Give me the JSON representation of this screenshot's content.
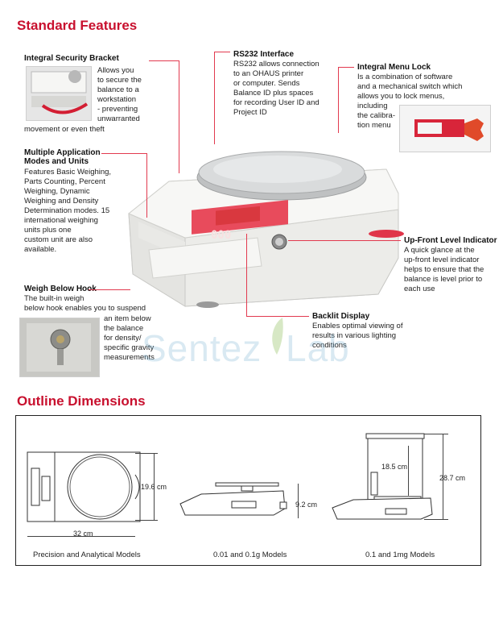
{
  "headings": {
    "standard_features": "Standard Features",
    "outline_dimensions": "Outline Dimensions"
  },
  "features": {
    "security": {
      "title": "Integral Security Bracket",
      "lines": [
        "Allows you",
        "to secure the",
        "balance to a",
        "workstation",
        "- preventing",
        "unwarranted",
        "movement or even theft"
      ]
    },
    "rs232": {
      "title": "RS232 Interface",
      "lines": [
        "RS232 allows connection",
        "to an OHAUS printer",
        "or computer. Sends",
        "Balance ID plus spaces",
        "for recording User ID and",
        "Project ID"
      ]
    },
    "menu_lock": {
      "title": "Integral Menu Lock",
      "lines": [
        "Is a combination of software",
        "and a mechanical switch which",
        "allows you to lock menus,",
        "including",
        "the calibra-",
        "tion menu"
      ]
    },
    "applications": {
      "title_lines": [
        "Multiple Application",
        "Modes and Units"
      ],
      "lines": [
        "Features Basic Weighing,",
        "Parts Counting, Percent",
        "Weighing, Dynamic",
        "Weighing and Density",
        "Determination modes. 15",
        "international weighing",
        "units plus one",
        "custom unit are also",
        "available."
      ]
    },
    "level": {
      "title": "Up-Front Level Indicator",
      "lines": [
        "A quick glance at the",
        "up-front level indicator",
        "helps to ensure that the",
        "balance is level prior to",
        "each use"
      ]
    },
    "hook": {
      "title": "Weigh Below Hook",
      "lines": [
        "The built-in weigh",
        "below hook enables you to suspend",
        "an item below",
        "the balance",
        "for density/",
        "specific gravity",
        "measurements"
      ]
    },
    "backlit": {
      "title": "Backlit Display",
      "lines": [
        "Enables optimal viewing of",
        "results in various lighting",
        "conditions"
      ]
    }
  },
  "display": {
    "readout": "000",
    "unit": "g"
  },
  "watermark": {
    "left": "Sentez",
    "right": "Lab"
  },
  "dimensions": {
    "width": "32 cm",
    "depth": "19.6 cm",
    "height_low": "9.2 cm",
    "draft_inner": "18.5 cm",
    "draft_total": "28.7 cm"
  },
  "captions": [
    "Precision and Analytical Models",
    "0.01 and 0.1g Models",
    "0.1 and 1mg Models"
  ],
  "colors": {
    "accent": "#c8102e",
    "leader": "#e23a4f"
  }
}
